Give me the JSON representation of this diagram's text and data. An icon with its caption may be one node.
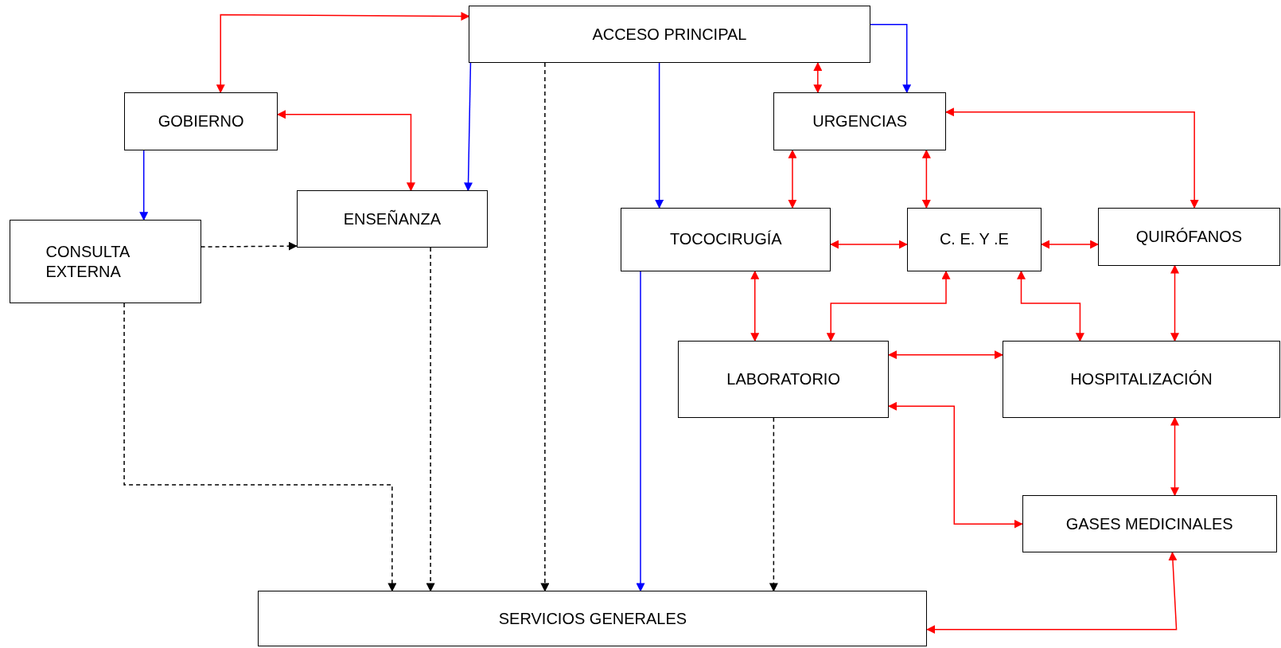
{
  "diagram": {
    "nodes": [
      {
        "text": [
          "ACCESO PRINCIPAL"
        ]
      },
      {
        "text": [
          "GOBIERNO"
        ]
      },
      {
        "text": [
          "URGENCIAS"
        ]
      },
      {
        "text": [
          "CONSULTA EXTERNA"
        ]
      },
      {
        "text": [
          "ENSEÑANZA"
        ]
      },
      {
        "text": [
          "TOCOCIRUGÍA"
        ]
      },
      {
        "text": [
          "C. E. Y .E"
        ]
      },
      {
        "text": [
          "QUIRÓFANOS"
        ]
      },
      {
        "text": [
          "LABORATORIO"
        ]
      },
      {
        "text": [
          "HOSPITALIZACIÓN"
        ]
      },
      {
        "text": [
          "GASES MEDICINALES"
        ]
      },
      {
        "text": [
          "SERVICIOS GENERALES"
        ]
      }
    ],
    "edges": [
      {
        "from": 0,
        "to": 1,
        "arrow": "both"
      },
      {
        "from": 0,
        "to": 2,
        "arrow": "to",
        "color": "#0000ff"
      },
      {
        "from": 0,
        "to": 2,
        "arrow": "both"
      },
      {
        "from": 0,
        "to": 4,
        "arrow": "to",
        "color": "#0000ff"
      },
      {
        "from": 0,
        "to": 5,
        "arrow": "to",
        "color": "#0000ff"
      },
      {
        "from": 0,
        "to": 11,
        "arrow": "to",
        "style": "dashed",
        "color": "#000000"
      },
      {
        "from": 1,
        "to": 4,
        "arrow": "both"
      },
      {
        "from": 1,
        "to": 3,
        "arrow": "to",
        "color": "#0000ff"
      },
      {
        "from": 3,
        "to": 4,
        "arrow": "to",
        "style": "dashed",
        "color": "#000000"
      },
      {
        "from": 3,
        "to": 11,
        "arrow": "to",
        "style": "dashed",
        "color": "#000000"
      },
      {
        "from": 4,
        "to": 11,
        "arrow": "to",
        "style": "dashed",
        "color": "#000000"
      },
      {
        "from": 2,
        "to": 7,
        "arrow": "both"
      },
      {
        "from": 2,
        "to": 5,
        "arrow": "both"
      },
      {
        "from": 2,
        "to": 6,
        "arrow": "both"
      },
      {
        "from": 5,
        "to": 6,
        "arrow": "both"
      },
      {
        "from": 5,
        "to": 11,
        "arrow": "to",
        "color": "#0000ff"
      },
      {
        "from": 5,
        "to": 8,
        "arrow": "both"
      },
      {
        "from": 6,
        "to": 7,
        "arrow": "both"
      },
      {
        "from": 6,
        "to": 8,
        "arrow": "both"
      },
      {
        "from": 6,
        "to": 9,
        "arrow": "both"
      },
      {
        "from": 7,
        "to": 9,
        "arrow": "both"
      },
      {
        "from": 8,
        "to": 9,
        "arrow": "both"
      },
      {
        "from": 8,
        "to": 10,
        "arrow": "both"
      },
      {
        "from": 8,
        "to": 11,
        "arrow": "to",
        "style": "dashed",
        "color": "#000000"
      },
      {
        "from": 9,
        "to": 10,
        "arrow": "both"
      },
      {
        "from": 10,
        "to": 11,
        "arrow": "both"
      }
    ]
  }
}
